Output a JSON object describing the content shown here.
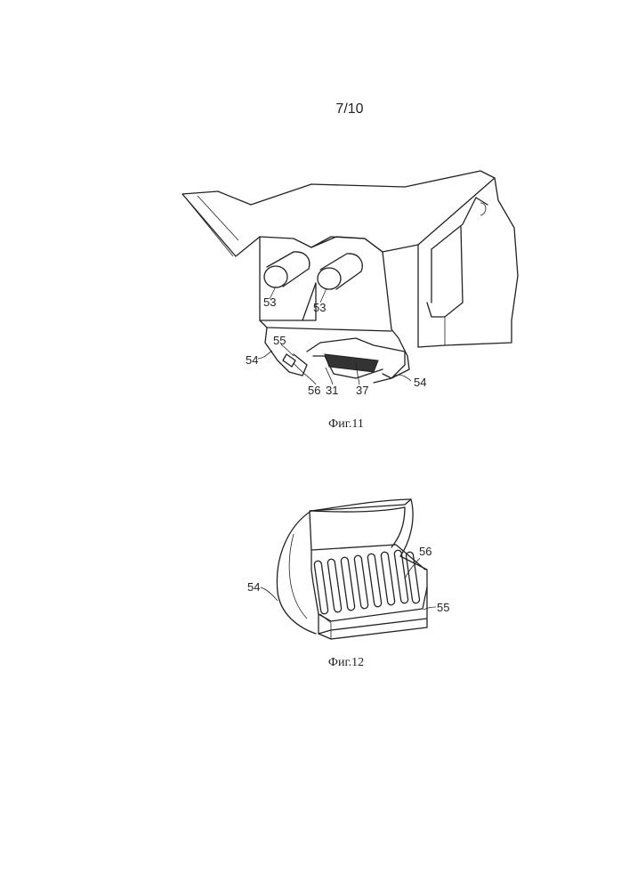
{
  "page": {
    "number": "7/10"
  },
  "figures": [
    {
      "caption": "Фиг.11",
      "labels": {
        "l53a": "53",
        "l53b": "53",
        "l55": "55",
        "l54a": "54",
        "l56": "56",
        "l31": "31",
        "l37": "37",
        "l54b": "54"
      }
    },
    {
      "caption": "Фиг.12",
      "labels": {
        "l56": "56",
        "l54": "54",
        "l55": "55"
      }
    }
  ]
}
